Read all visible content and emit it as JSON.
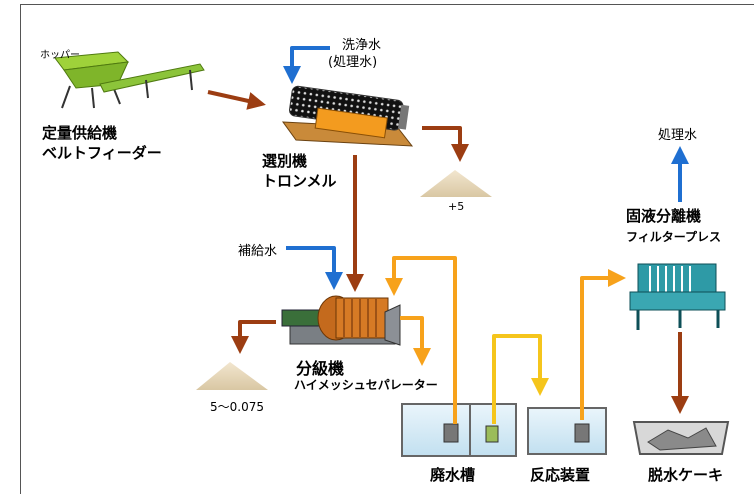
{
  "labels": {
    "hopper": "ホッパー",
    "feeder_line1": "定量供給機",
    "feeder_line2": "ベルトフィーダー",
    "wash_line1": "洗浄水",
    "wash_line2": "(処理水)",
    "trommel_line1": "選別機",
    "trommel_line2": "トロンメル",
    "out_plus5": "+5",
    "makeup_water": "補給水",
    "separator_line1": "分級機",
    "separator_line2": "ハイメッシュセパレーター",
    "out_range": "5～0.075",
    "treated_water": "処理水",
    "filter_line1": "固液分離機",
    "filter_line2": "フィルタープレス",
    "waste_tank": "廃水槽",
    "reactor": "反応装置",
    "cake": "脱水ケーキ"
  },
  "colors": {
    "material_flow": "#9c3d12",
    "water_flow": "#1f6fd1",
    "wastewater_flow": "#f7a21b",
    "reaction_flow": "#f5c51c",
    "treated_flow": "#1f6fd1"
  }
}
